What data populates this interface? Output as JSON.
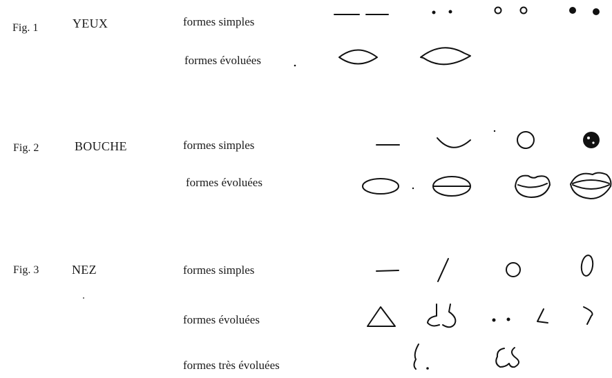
{
  "figures": [
    {
      "fig_label": "Fig. 1",
      "name": "YEUX",
      "rows": [
        {
          "label": "formes simples"
        },
        {
          "label": "formes évoluées"
        }
      ]
    },
    {
      "fig_label": "Fig. 2",
      "name": "BOUCHE",
      "rows": [
        {
          "label": "formes simples"
        },
        {
          "label": "formes évoluées"
        }
      ]
    },
    {
      "fig_label": "Fig. 3",
      "name": "NEZ",
      "rows": [
        {
          "label": "formes simples"
        },
        {
          "label": "formes évoluées"
        },
        {
          "label": "formes très évoluées"
        }
      ]
    }
  ]
}
